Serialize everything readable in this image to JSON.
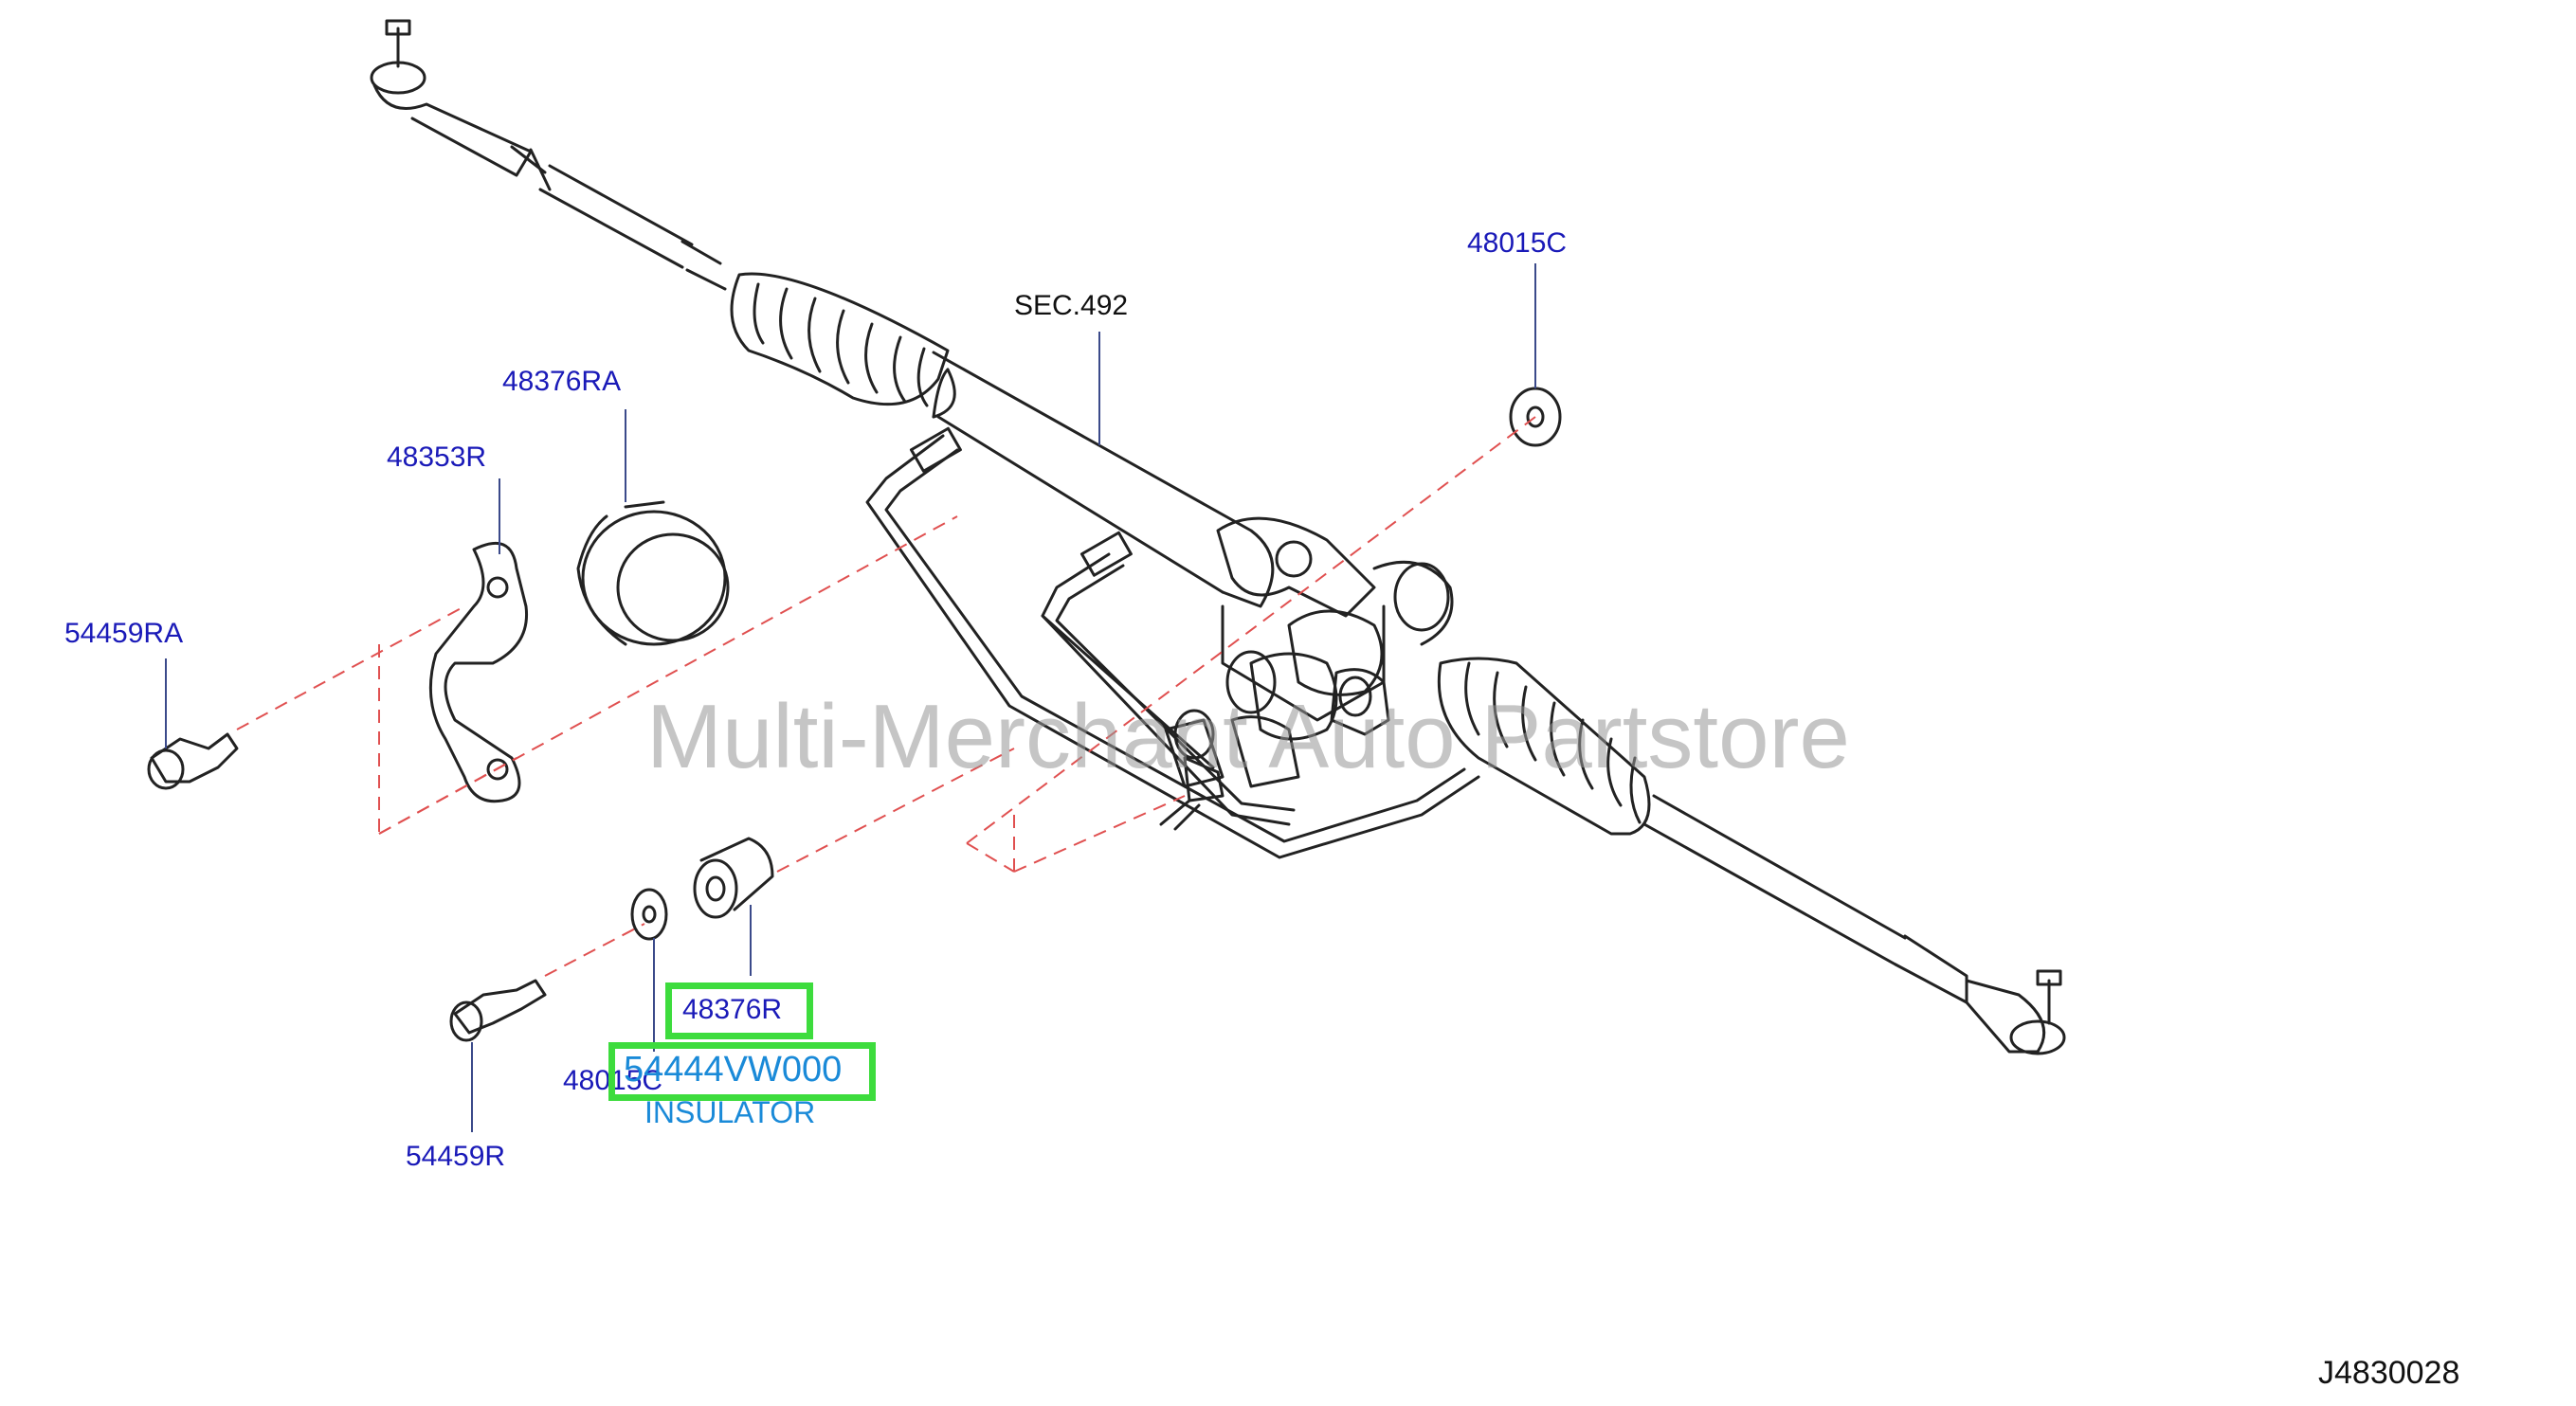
{
  "watermark": "Multi-Merchant Auto Partstore",
  "diagram_code": "J4830028",
  "labels": {
    "p48015C_top": "48015C",
    "sec492": "SEC.492",
    "p48376RA": "48376RA",
    "p48353R": "48353R",
    "p54459RA": "54459RA",
    "p48376R": "48376R",
    "p54444VW000": "54444VW000",
    "insulator": "INSULATOR",
    "p48015C_bottom": "48015C",
    "p54459R": "54459R"
  },
  "colors": {
    "label_blue": "#1a1ab8",
    "highlight_green": "#3ddc3d",
    "dashed_red": "#e05050",
    "part_line": "#222222",
    "insulator_cyan": "#1a8ad8"
  }
}
